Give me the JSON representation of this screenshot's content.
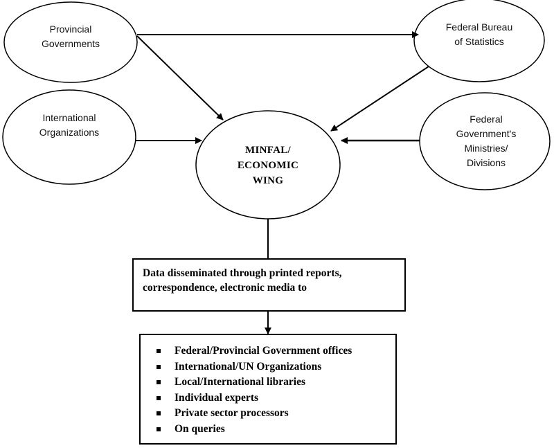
{
  "colors": {
    "stroke": "#000000",
    "background": "#ffffff"
  },
  "nodes": {
    "provincial": {
      "lines": [
        "Provincial",
        "Governments"
      ]
    },
    "international": {
      "lines": [
        "International",
        "Organizations"
      ]
    },
    "fbs": {
      "lines": [
        "Federal Bureau",
        "of Statistics"
      ]
    },
    "federal_ministries": {
      "lines": [
        "Federal",
        "Government's",
        "Ministries/",
        "Divisions"
      ]
    },
    "center": {
      "lines": [
        "MINFAL/",
        "ECONOMIC",
        "WING"
      ]
    }
  },
  "edges": [
    {
      "from": "provincial",
      "to": "fbs"
    },
    {
      "from": "provincial",
      "to": "center"
    },
    {
      "from": "fbs",
      "to": "center"
    },
    {
      "from": "international",
      "to": "center"
    },
    {
      "from": "federal_ministries",
      "to": "center"
    },
    {
      "from": "center",
      "to": "dissemination"
    },
    {
      "from": "dissemination",
      "to": "recipients"
    }
  ],
  "dissemination": {
    "lines": [
      "Data disseminated through printed reports,",
      "correspondence, electronic media to"
    ]
  },
  "recipients": {
    "bullet_icon": "square-bullet",
    "items": [
      "Federal/Provincial Government offices",
      "International/UN Organizations",
      "Local/International libraries",
      "Individual experts",
      "Private sector processors",
      "On queries"
    ]
  }
}
